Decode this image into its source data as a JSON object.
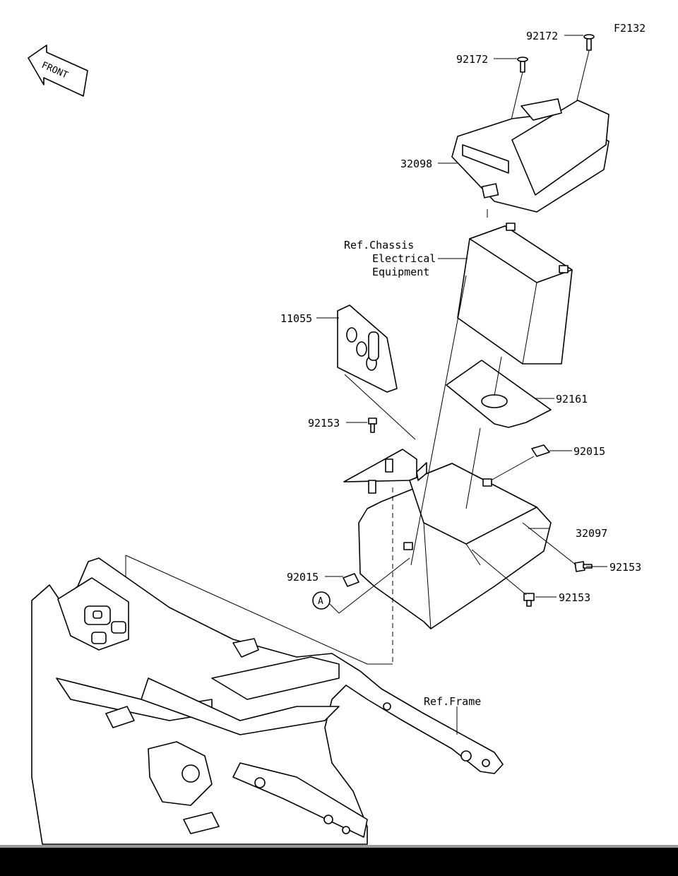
{
  "figure_code": "F2132",
  "front_arrow_label": "FRONT",
  "callouts": {
    "p92172_top": "92172",
    "p92172_left": "92172",
    "p32098": "32098",
    "ref_chassis_line1": "Ref.Chassis",
    "ref_chassis_line2": "Electrical",
    "ref_chassis_line3": "Equipment",
    "p11055": "11055",
    "p92161": "92161",
    "p92153_upper": "92153",
    "p92015_right": "92015",
    "p32097": "32097",
    "p92153_right": "92153",
    "p92015_left": "92015",
    "marker_a": "A",
    "p92153_bottom": "92153",
    "ref_frame": "Ref.Frame"
  }
}
